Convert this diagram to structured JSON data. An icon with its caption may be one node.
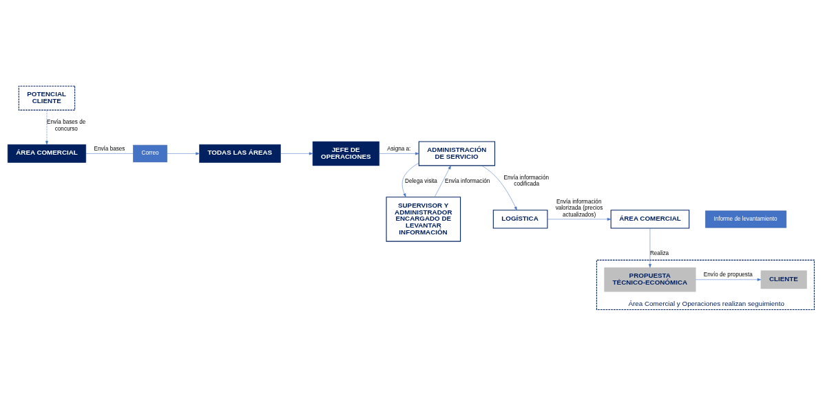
{
  "diagram": {
    "nodes": [
      {
        "text": [
          "POTENCIAL CLIENTE"
        ]
      },
      {
        "text": [
          "ÁREA COMERCIAL"
        ]
      },
      {
        "text": [
          "TODAS LAS ÁREAS"
        ]
      },
      {
        "text": [
          "Correo"
        ]
      },
      {
        "text": [
          "JEFE DE OPERACIONES"
        ]
      },
      {
        "text": [
          "ADMINISTRACIÓN DE SERVICIO"
        ]
      },
      {
        "text": [
          "SUPERVISOR Y ADMINISTRADOR ENCARGADO DE LEVANTAR INFORMACIÓN"
        ]
      },
      {
        "text": [
          "Área Comercial y Operaciones realizan seguimiento"
        ]
      },
      {
        "text": [
          "CLIENTE"
        ],
        "in": 7
      },
      {
        "text": [
          "PROPUESTA TÉCNICO-ECONÓMICA"
        ],
        "in": 7
      },
      {
        "text": [
          "ÁREA COMERCIAL"
        ]
      },
      {
        "text": [
          "LOGÍSTICA"
        ]
      },
      {
        "text": [
          "Informe de levantamiento"
        ]
      }
    ],
    "edges": [
      {
        "from": 0,
        "to": 1,
        "arrow": "to",
        "label": "Envía bases de concurso",
        "style": "dashed"
      },
      {
        "from": 1,
        "to": 3,
        "arrow": "none",
        "label": "Envía bases"
      },
      {
        "from": 3,
        "to": 2,
        "arrow": "to"
      },
      {
        "from": 2,
        "to": 4,
        "arrow": "to"
      },
      {
        "from": 4,
        "to": 5,
        "arrow": "to",
        "label": "Asigna a:"
      },
      {
        "from": 5,
        "to": 6,
        "arrow": "to",
        "label": "Delega visita"
      },
      {
        "from": 6,
        "to": 5,
        "arrow": "to",
        "label": "Envía información"
      },
      {
        "from": 5,
        "to": 11,
        "arrow": "to",
        "label": "Envía información codificada"
      },
      {
        "from": 11,
        "to": 10,
        "arrow": "to",
        "label": "Envía información valorizada (precios actualizados)"
      },
      {
        "from": 10,
        "to": 9,
        "arrow": "to",
        "label": "Realiza"
      },
      {
        "from": 9,
        "to": 8,
        "arrow": "to",
        "label": "Envío de propuesta"
      }
    ]
  }
}
